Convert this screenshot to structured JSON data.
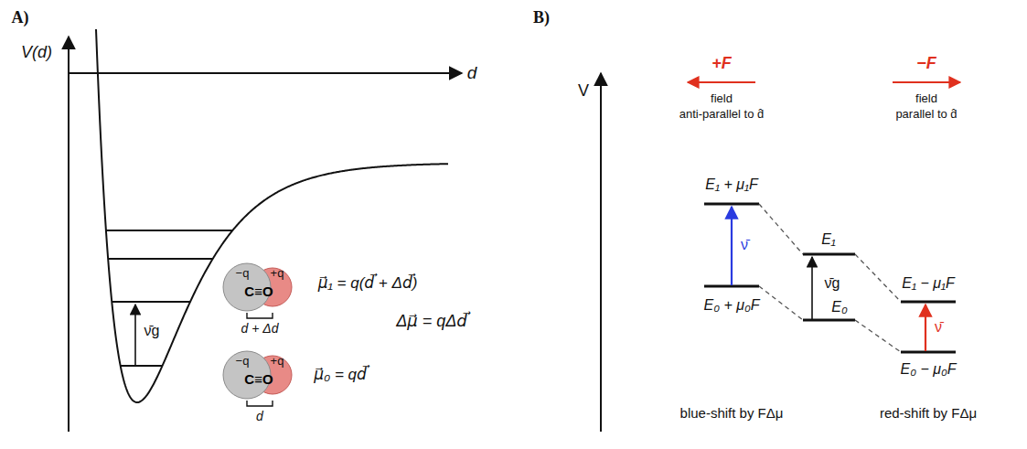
{
  "diagram": {
    "nodes": [
      {
        "text": [
          "−q",
          "C≡O",
          "+q"
        ]
      },
      {
        "text": [
          "−q",
          "C≡O",
          "+q"
        ]
      }
    ],
    "labels": [
      "A)",
      "V(d)",
      "d",
      "ν̄g",
      "d + Δd",
      "μ⃗₁ = q(d⃗ + Δd⃗)",
      "Δμ⃗ = qΔd⃗",
      "μ⃗₀ = qd⃗",
      "d",
      "B)",
      "V",
      "+F",
      "field",
      "anti-parallel to d̂",
      "−F",
      "field",
      "parallel to d̂",
      "E₁ + μ₁F",
      "E₀ + μ₀F",
      "ν̄",
      "E₁",
      "E₀",
      "ν̄g",
      "E₁ − μ₁F",
      "E₀ − μ₀F",
      "ν̄",
      "blue-shift by FΔμ",
      "red-shift by FΔμ"
    ]
  }
}
